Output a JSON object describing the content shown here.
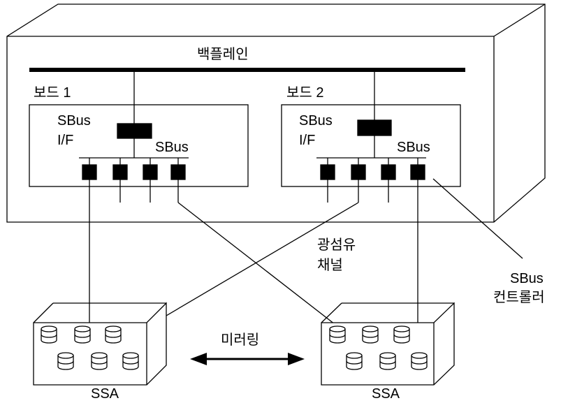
{
  "backplane_label": "백플레인",
  "boards": [
    {
      "title": "보드 1",
      "sbus_if_line1": "SBus",
      "sbus_if_line2": "I/F",
      "sbus_label": "SBus"
    },
    {
      "title": "보드 2",
      "sbus_if_line1": "SBus",
      "sbus_if_line2": "I/F",
      "sbus_label": "SBus"
    }
  ],
  "fiber_channel_line1": "광섬유",
  "fiber_channel_line2": "채널",
  "sbus_controller_line1": "SBus",
  "sbus_controller_line2": "컨트롤러",
  "mirroring_label": "미러링",
  "ssa_units": [
    {
      "label": "SSA"
    },
    {
      "label": "SSA"
    }
  ]
}
